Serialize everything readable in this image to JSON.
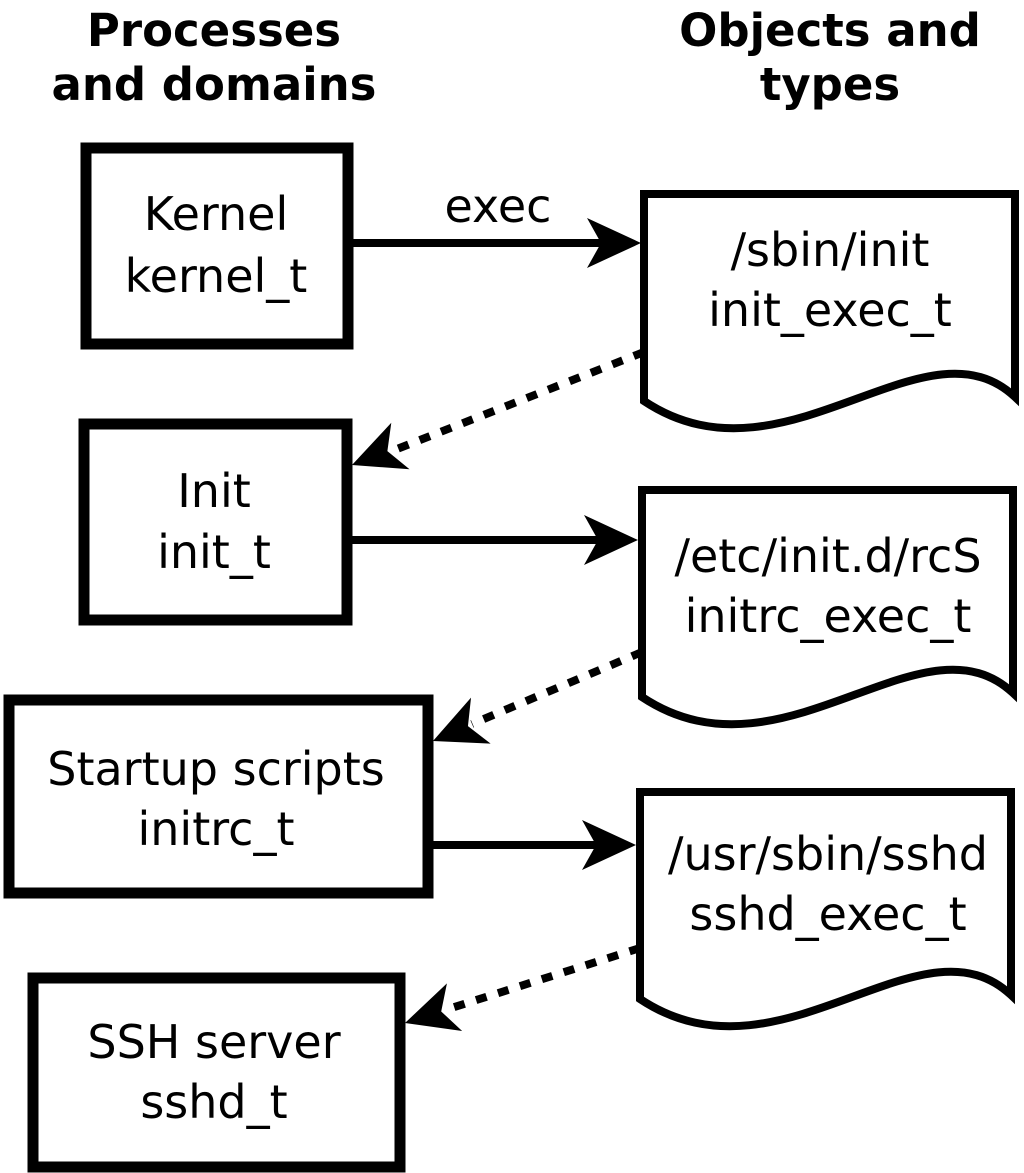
{
  "diagram": {
    "columns": {
      "left": {
        "title_line1": "Processes",
        "title_line2": "and domains"
      },
      "right": {
        "title_line1": "Objects and",
        "title_line2": "types"
      }
    },
    "process_nodes": [
      {
        "name": "Kernel",
        "domain": "kernel_t"
      },
      {
        "name": "Init",
        "domain": "init_t"
      },
      {
        "name": "Startup scripts",
        "domain": "initrc_t"
      },
      {
        "name": "SSH server",
        "domain": "sshd_t"
      }
    ],
    "object_nodes": [
      {
        "path": "/sbin/init",
        "type": "init_exec_t"
      },
      {
        "path": "/etc/init.d/rcS",
        "type": "initrc_exec_t"
      },
      {
        "path": "/usr/sbin/sshd",
        "type": "sshd_exec_t"
      }
    ],
    "edges": [
      {
        "from": "Kernel kernel_t",
        "to": "/sbin/init init_exec_t",
        "style": "solid",
        "label": "exec"
      },
      {
        "from": "/sbin/init init_exec_t",
        "to": "Init init_t",
        "style": "dotted",
        "label": ""
      },
      {
        "from": "Init init_t",
        "to": "/etc/init.d/rcS initrc_exec_t",
        "style": "solid",
        "label": ""
      },
      {
        "from": "/etc/init.d/rcS initrc_exec_t",
        "to": "Startup scripts initrc_t",
        "style": "dotted",
        "label": ""
      },
      {
        "from": "Startup scripts initrc_t",
        "to": "/usr/sbin/sshd sshd_exec_t",
        "style": "solid",
        "label": ""
      },
      {
        "from": "/usr/sbin/sshd sshd_exec_t",
        "to": "SSH server sshd_t",
        "style": "dotted",
        "label": ""
      }
    ],
    "colors": {
      "ink": "#000000",
      "background": "#ffffff"
    }
  }
}
